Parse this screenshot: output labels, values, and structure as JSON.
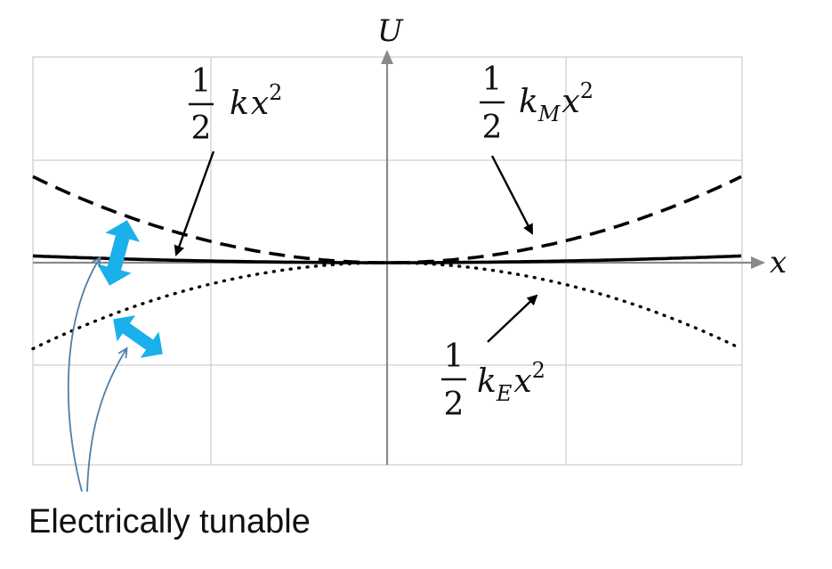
{
  "axes": {
    "x_label": "x",
    "y_label": "U"
  },
  "curves": [
    {
      "id": "k",
      "style": "solid",
      "coefficient": 0.033
    },
    {
      "id": "kM",
      "style": "dashed",
      "coefficient": 0.42
    },
    {
      "id": "kE",
      "style": "dotted",
      "coefficient": -0.42
    }
  ],
  "labels": {
    "k": {
      "num": "1",
      "den": "2",
      "coef": "k",
      "sub": "",
      "var": "x",
      "exp": "2"
    },
    "kM": {
      "num": "1",
      "den": "2",
      "coef": "k",
      "sub": "M",
      "var": "x",
      "exp": "2"
    },
    "kE": {
      "num": "1",
      "den": "2",
      "coef": "k",
      "sub": "E",
      "var": "x",
      "exp": "2"
    }
  },
  "caption": "Electrically tunable",
  "colors": {
    "tunable_arrow": "#1ab0ea",
    "grid": "#cfcfcf",
    "axis": "#8a8a8a",
    "curve": "#000000"
  },
  "icons": {
    "tunable_arrow": "double-headed-arrow-icon"
  }
}
